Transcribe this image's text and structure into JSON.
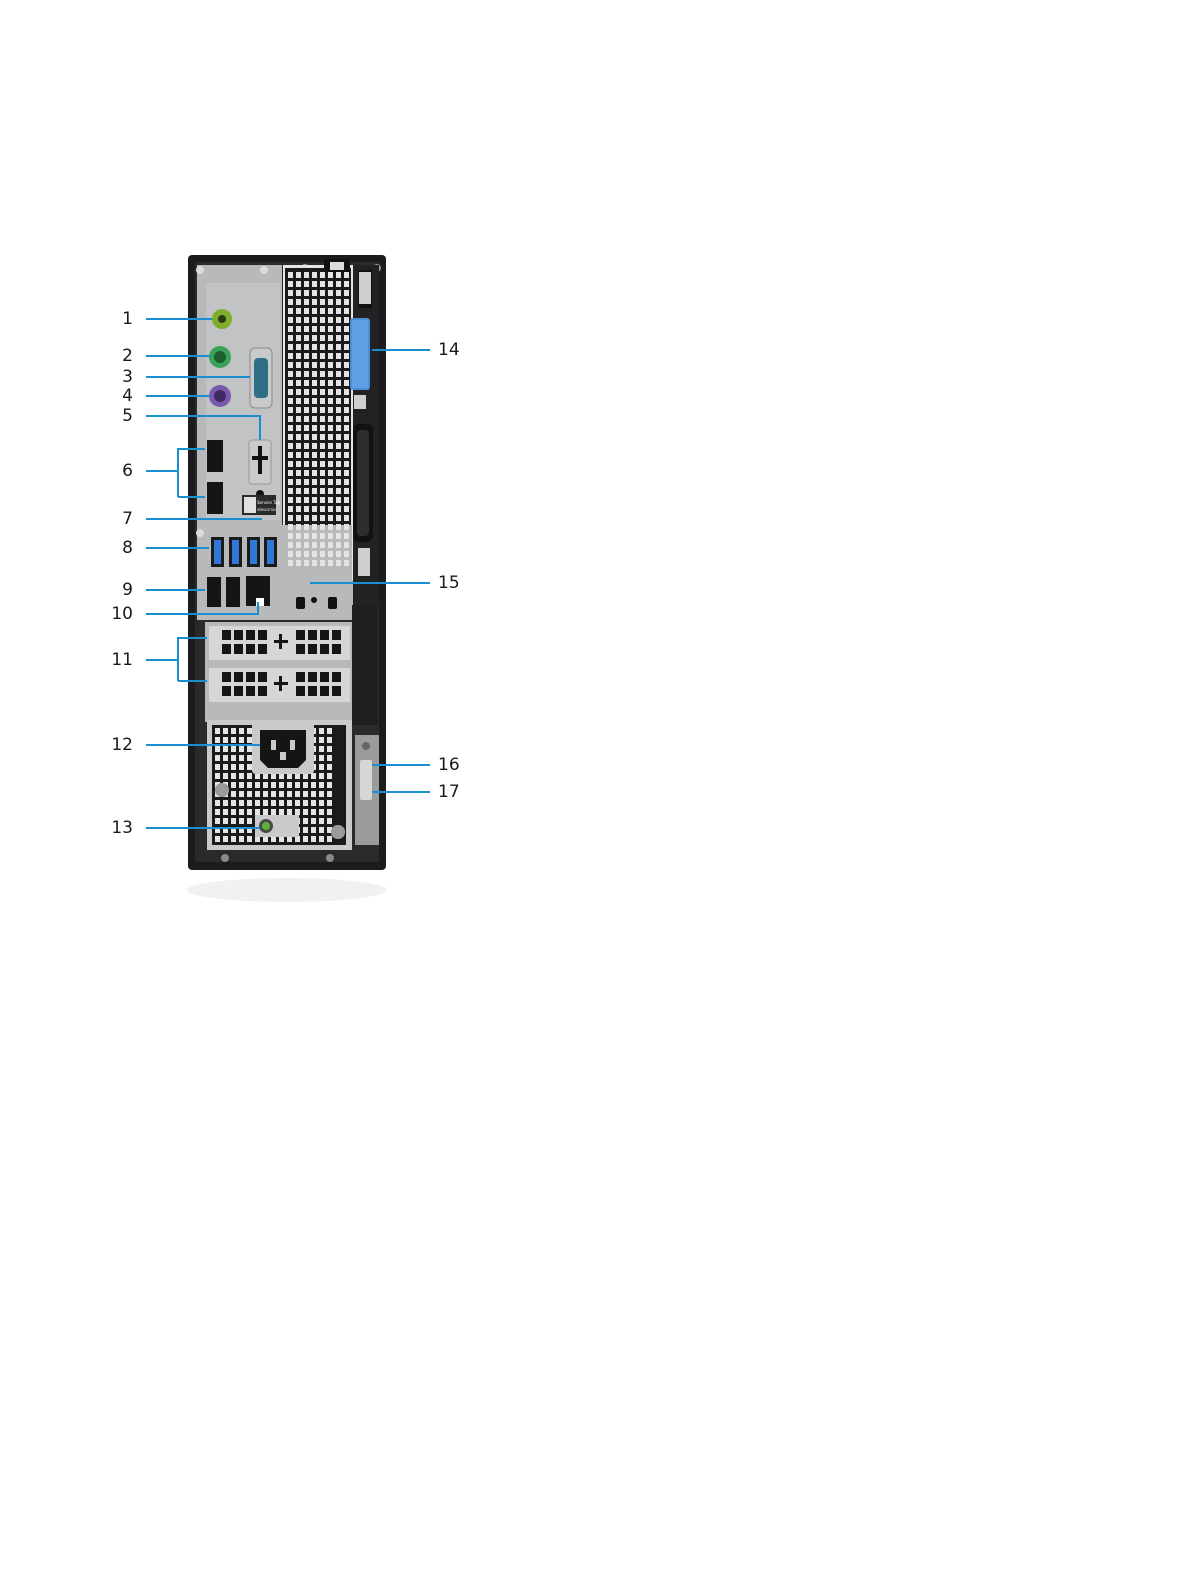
{
  "figure": {
    "subject": "desktop-rear-panel",
    "colors": {
      "chassis": "#1c1c1e",
      "panel": "#b8b9bb",
      "leader_line": "#1a8fcf",
      "audio_port": "#7fae2d",
      "ps2_mouse": "#3aa25a",
      "ps2_keyboard": "#7a5ab0",
      "serial_port": "#2f6e86",
      "usb3_port": "#2f78d6",
      "release_latch": "#4a8fdc"
    }
  },
  "callouts": {
    "c1": "1",
    "c2": "2",
    "c3": "3",
    "c4": "4",
    "c5": "5",
    "c6": "6",
    "c7": "7",
    "c8": "8",
    "c9": "9",
    "c10": "10",
    "c11": "11",
    "c12": "12",
    "c13": "13",
    "c14": "14",
    "c15": "15",
    "c16": "16",
    "c17": "17"
  },
  "labels": {
    "service_tag_line1": "Service Tag",
    "service_tag_line2": "SERVICETAG"
  }
}
